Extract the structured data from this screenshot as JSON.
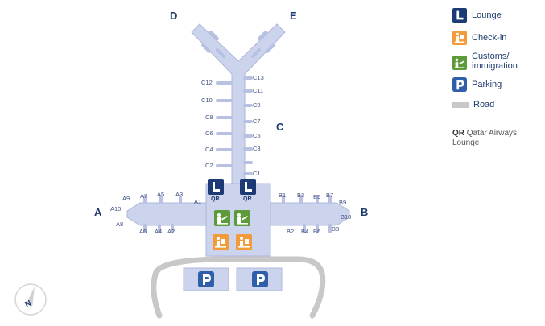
{
  "colors": {
    "terminal": "#ccd3ec",
    "terminal_outline": "#aeb7dd",
    "gate_stub": "#b9c1e3",
    "lounge": "#1c3a76",
    "checkin": "#f39a3a",
    "customs": "#5c9a3a",
    "parking": "#2f5fa8",
    "road": "#c8c8c8",
    "pier_label": "#1f3b6e",
    "gate_label": "#3f4f82"
  },
  "piers": {
    "a": "A",
    "b": "B",
    "c": "C",
    "d": "D",
    "e": "E"
  },
  "gates": {
    "c_left": [
      "C12",
      "C10",
      "C8",
      "C6",
      "C4",
      "C2"
    ],
    "c_right": [
      "C13",
      "C11",
      "C9",
      "C7",
      "C5",
      "C3",
      "C1"
    ],
    "a_top": [
      "A9",
      "A7",
      "A5",
      "A3",
      "A1"
    ],
    "a_bottom": [
      "A10",
      "A8",
      "A6",
      "A4",
      "A2"
    ],
    "b_top": [
      "B1",
      "B3",
      "B5",
      "B7",
      "B9"
    ],
    "b_bottom": [
      "B10",
      "B2",
      "B4",
      "B6",
      "B8"
    ]
  },
  "lounge_tags": [
    "QR",
    "QR"
  ],
  "legend": {
    "lounge": "Lounge",
    "checkin": "Check-in",
    "customs_line1": "Customs/",
    "customs_line2": "immigration",
    "parking": "Parking",
    "road": "Road",
    "qr_code": "QR",
    "qr_text": "Qatar Airways Lounge"
  },
  "icons": {
    "lounge": "letter-l-icon",
    "checkin": "check-in-passenger-icon",
    "customs": "customs-officer-icon",
    "parking": "letter-p-icon",
    "compass": "north-arrow-icon"
  },
  "compass_label": "N",
  "parking_letter": "P",
  "lounge_letter": "L"
}
